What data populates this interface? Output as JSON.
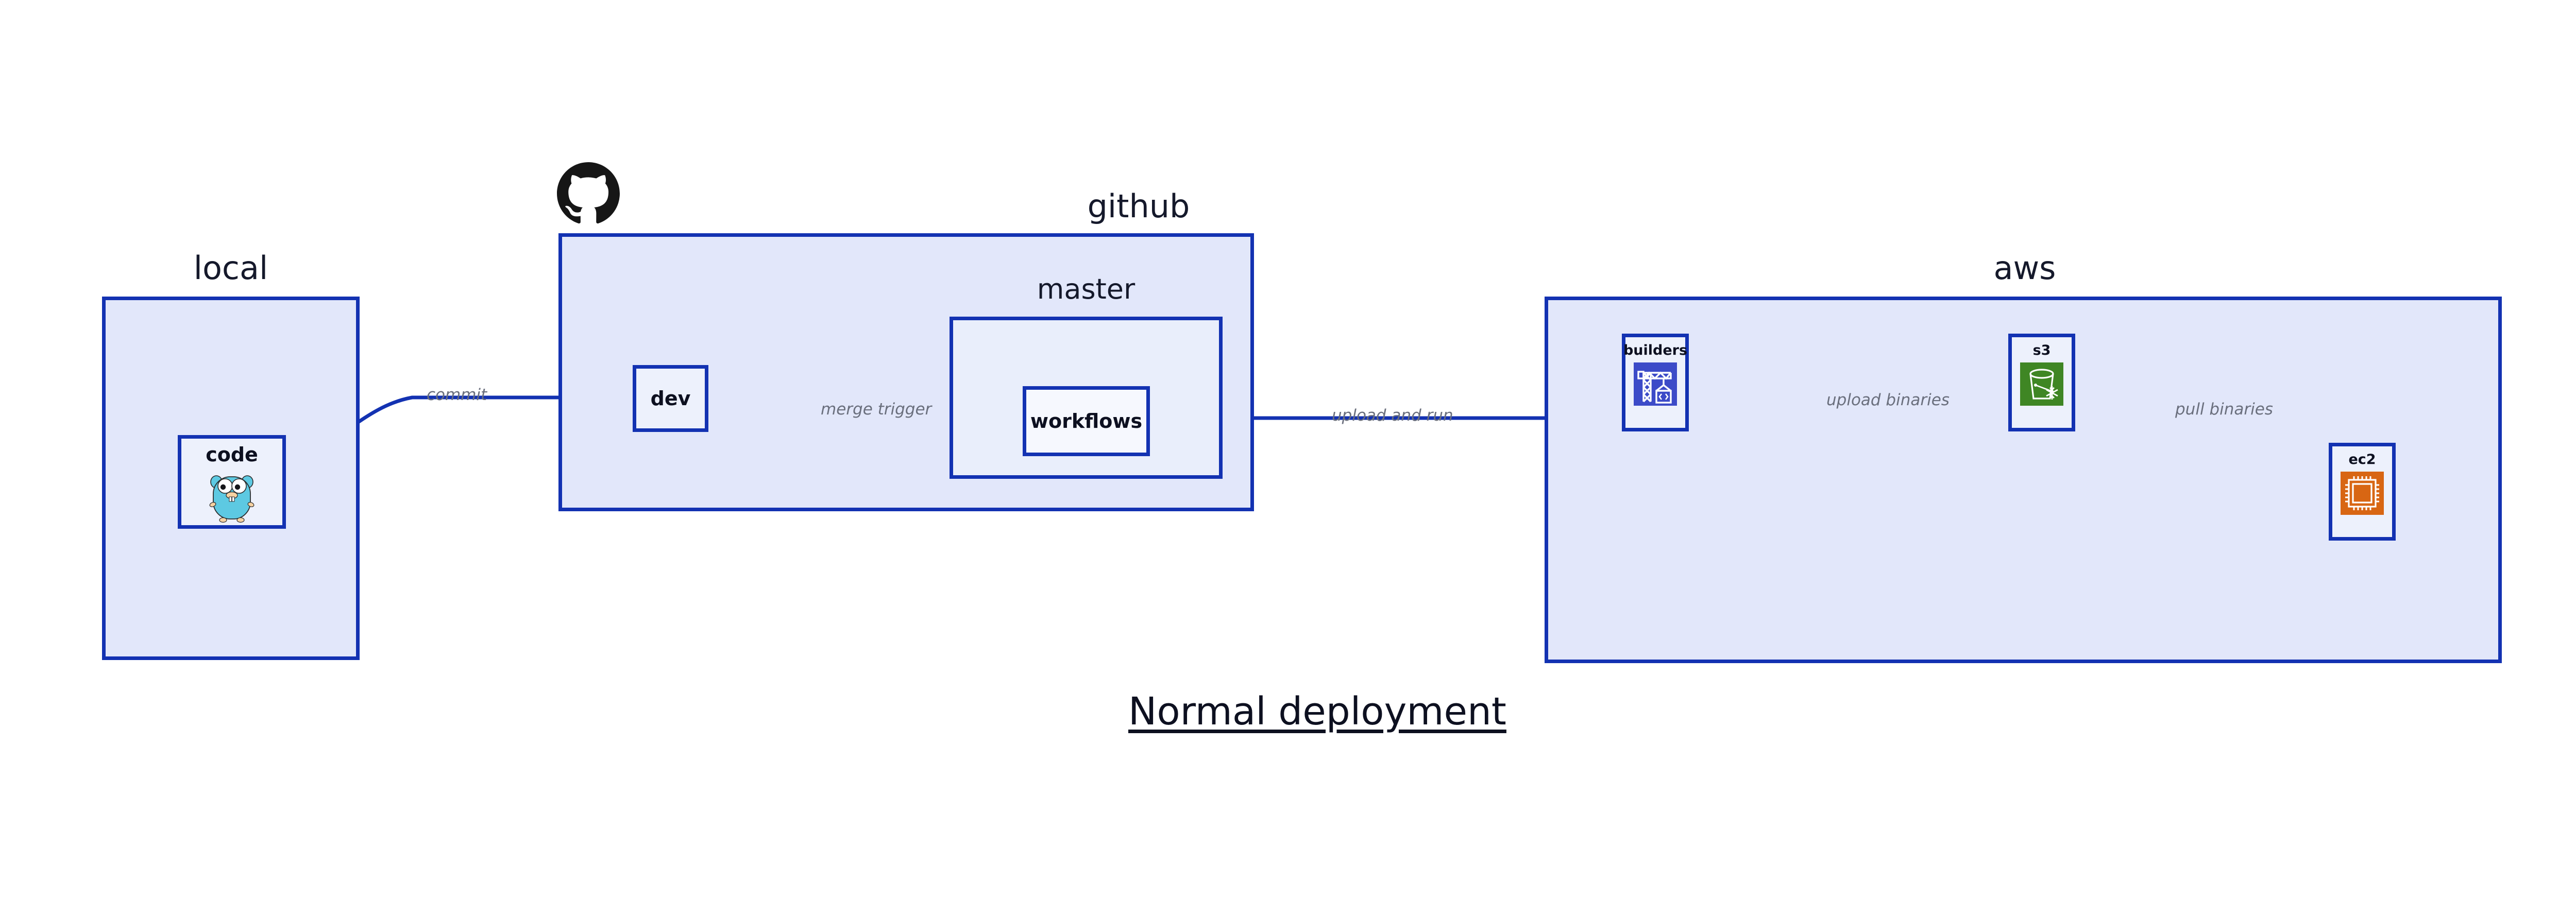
{
  "diagram": {
    "title": "Normal deployment",
    "background": "#ffffff",
    "accent_border": "#1332B2",
    "cluster_fill": "#E2E7FA",
    "subcluster_fill": "#E9EEFB",
    "node_fill": "#EDF1FC",
    "edge_color": "#1332B2",
    "edge_label_color": "#6A6F7D",
    "label_color": "#15192B"
  },
  "clusters": [
    {
      "id": "local",
      "label": "local"
    },
    {
      "id": "github",
      "label": "github"
    },
    {
      "id": "aws",
      "label": "aws"
    }
  ],
  "subclusters": [
    {
      "id": "master",
      "label": "master",
      "parent": "github"
    }
  ],
  "nodes": [
    {
      "id": "code",
      "label": "code",
      "icon": "go-gopher-icon",
      "parent": "local"
    },
    {
      "id": "dev",
      "label": "dev",
      "icon": "none",
      "parent": "github"
    },
    {
      "id": "workflows",
      "label": "workflows",
      "icon": "none",
      "parent": "master"
    },
    {
      "id": "builders",
      "label": "builders",
      "icon": "aws-builders-icon",
      "parent": "aws"
    },
    {
      "id": "s3",
      "label": "s3",
      "icon": "aws-s3-glacier-icon",
      "parent": "aws"
    },
    {
      "id": "ec2",
      "label": "ec2",
      "icon": "aws-ec2-icon",
      "parent": "aws"
    }
  ],
  "edges": [
    {
      "from": "code",
      "to": "dev",
      "label": "commit"
    },
    {
      "from": "dev",
      "to": "workflows",
      "label": "merge trigger"
    },
    {
      "from": "workflows",
      "to": "builders",
      "label": "upload and run"
    },
    {
      "from": "builders",
      "to": "s3",
      "label": "upload binaries"
    },
    {
      "from": "s3",
      "to": "ec2",
      "label": "pull binaries"
    }
  ],
  "logos": [
    {
      "id": "github-logo",
      "name": "github-octocat-icon",
      "color": "#161616"
    }
  ],
  "icon_colors": {
    "go_gopher_body": "#5DC9E2",
    "go_gopher_snout": "#F6D2A2",
    "aws_builders_bg": "#3C4BC8",
    "aws_s3_bg": "#3F8624",
    "aws_ec2_bg": "#D86613"
  }
}
